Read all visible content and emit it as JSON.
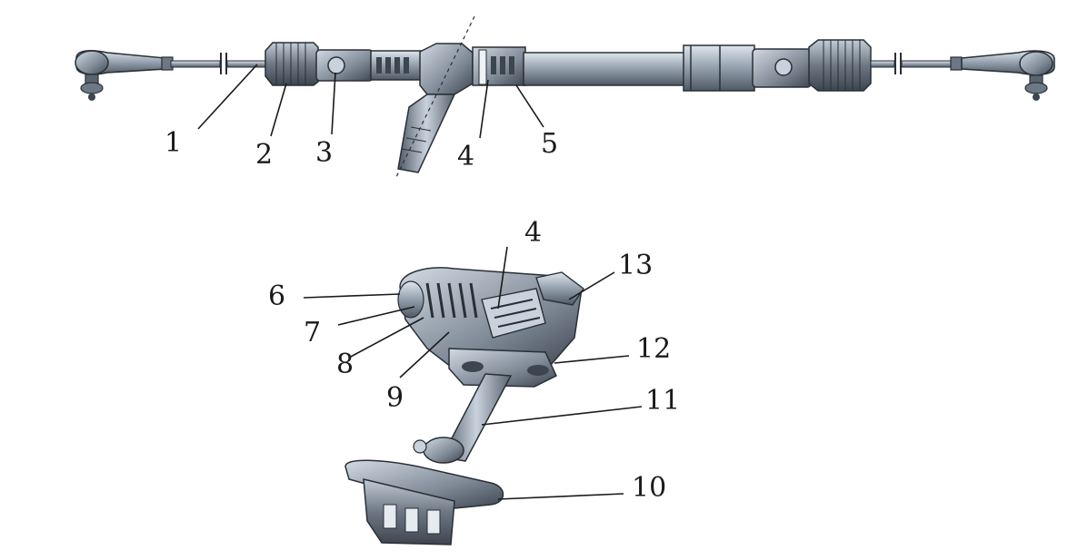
{
  "callouts": {
    "c1": "1",
    "c2": "2",
    "c3": "3",
    "c4_top": "4",
    "c5": "5",
    "c4_bottom": "4",
    "c6": "6",
    "c7": "7",
    "c8": "8",
    "c9": "9",
    "c10": "10",
    "c11": "11",
    "c12": "12",
    "c13": "13"
  },
  "colors": {
    "metal_dark": "#5a6470",
    "metal_mid": "#8a96a4",
    "metal_light": "#c9d2dc",
    "outline": "#2a2f36",
    "label": "#1a1a1a"
  }
}
